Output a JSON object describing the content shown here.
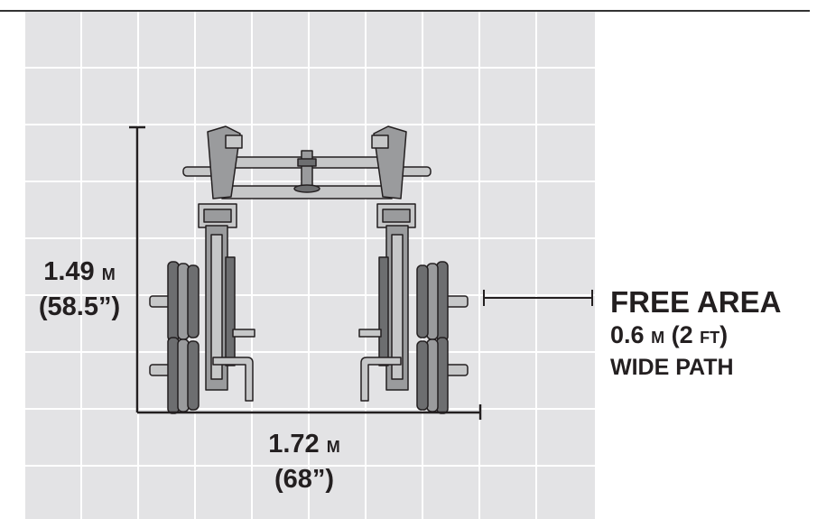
{
  "dimensions": {
    "height": {
      "value": "1.49",
      "unit": "M",
      "imperial": "(58.5”)"
    },
    "width": {
      "value": "1.72",
      "unit": "M",
      "imperial": "(68”)"
    }
  },
  "free_area": {
    "title": "FREE AREA",
    "width_value": "0.6",
    "width_unit": "M",
    "width_imperial_open": "(2",
    "width_imperial_unit": "FT",
    "width_imperial_close": ")",
    "path_label": "WIDE PATH"
  },
  "colors": {
    "grid_background": "#e3e3e5",
    "grid_line": "#ffffff",
    "line": "#231f20",
    "equipment_fill": "#9a9b9d",
    "equipment_dark": "#6d6e70",
    "equipment_light": "#c6c7c8"
  },
  "icons": [
    "plate-loaded-machine-illustration"
  ]
}
